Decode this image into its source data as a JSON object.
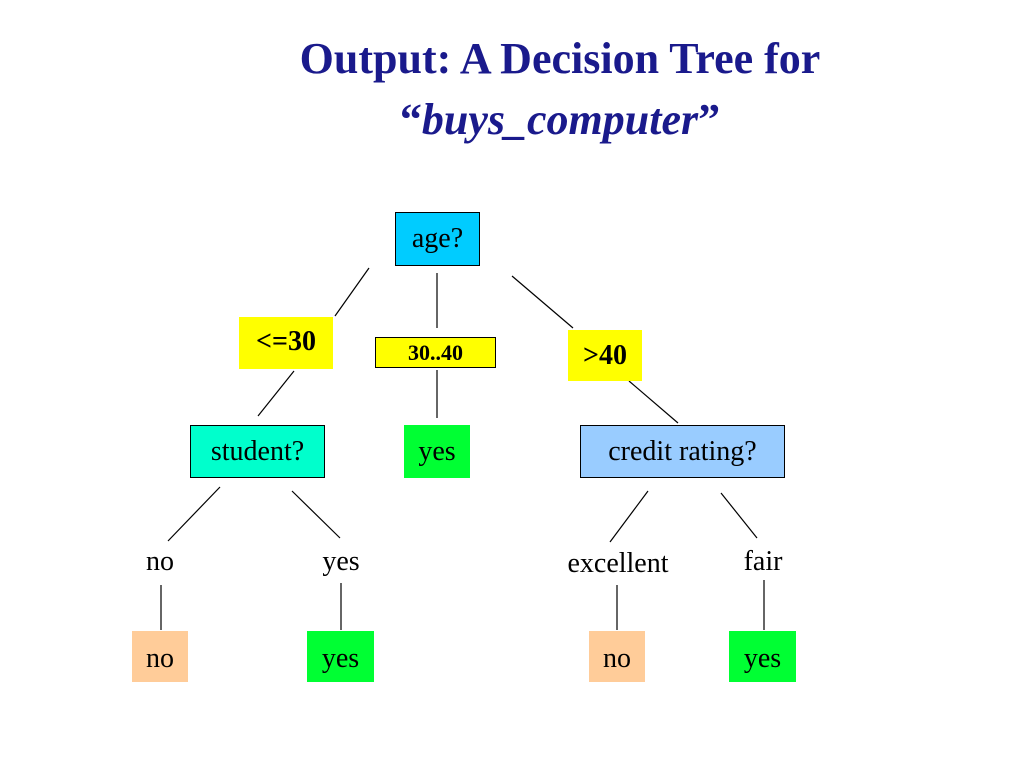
{
  "title": {
    "line1": "Output: A Decision Tree for",
    "line2_open_quote": "“",
    "line2_keyword": "buys_computer",
    "line2_close_quote": "”"
  },
  "tree": {
    "root": "age?",
    "age_branches": [
      "<=30",
      "30..40",
      ">40"
    ],
    "student_node": "student?",
    "middle_leaf": "yes",
    "credit_node": "credit rating?",
    "student_branches": [
      "no",
      "yes"
    ],
    "credit_branches": [
      "excellent",
      "fair"
    ],
    "leaves": [
      "no",
      "yes",
      "no",
      "yes"
    ]
  },
  "colors": {
    "title": "#1a1a8c",
    "root_fill": "#00ccff",
    "branch_fill": "#ffff00",
    "student_fill": "#00ffcc",
    "credit_fill": "#99ccff",
    "yes_fill": "#00ff33",
    "no_fill": "#ffcc99",
    "edge": "#000000"
  }
}
